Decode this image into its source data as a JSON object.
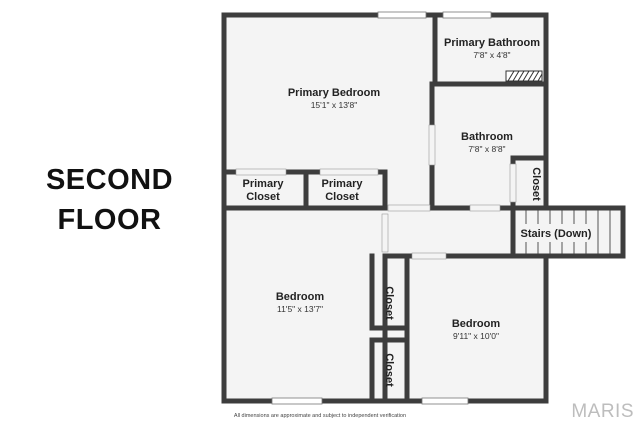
{
  "floor_title": {
    "line1": "SECOND",
    "line2": "FLOOR"
  },
  "rooms": {
    "primary_bedroom": {
      "name": "Primary Bedroom",
      "dims": "15'1\" x 13'8\""
    },
    "primary_bathroom": {
      "name": "Primary Bathroom",
      "dims": "7'8\" x 4'8\""
    },
    "bathroom": {
      "name": "Bathroom",
      "dims": "7'8\" x 8'8\""
    },
    "primary_closet_1": {
      "line1": "Primary",
      "line2": "Closet"
    },
    "primary_closet_2": {
      "line1": "Primary",
      "line2": "Closet"
    },
    "closet_hall": {
      "name": "Closet"
    },
    "stairs": {
      "name": "Stairs (Down)"
    },
    "bedroom_left": {
      "name": "Bedroom",
      "dims": "11'5\" x 13'7\""
    },
    "closet_mid_upper": {
      "name": "Closet"
    },
    "closet_mid_lower": {
      "name": "Closet"
    },
    "bedroom_right": {
      "name": "Bedroom",
      "dims": "9'11\" x 10'0\""
    }
  },
  "disclaimer": "All dimensions are approximate and subject to independent verification",
  "brand": "MARIS",
  "colors": {
    "wall": "#3d3d3d",
    "room_fill": "#f4f4f4",
    "brand": "#bdbdbd"
  }
}
